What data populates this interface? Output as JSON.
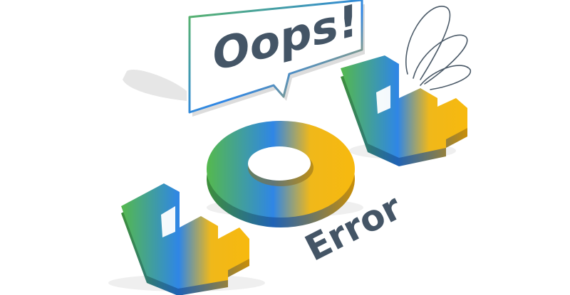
{
  "bubble": {
    "text": "Oops!"
  },
  "digits": {
    "first": "4",
    "second": "0",
    "third": "4"
  },
  "caption": {
    "text": "Error"
  },
  "colors": {
    "green": "#5CB85C",
    "blue": "#2F7FE8",
    "yellow": "#F7B90E",
    "dark_text": "#445566",
    "shadow": "#E3E3E3"
  },
  "icons": {
    "decoration": "scribble-loop-icon"
  }
}
